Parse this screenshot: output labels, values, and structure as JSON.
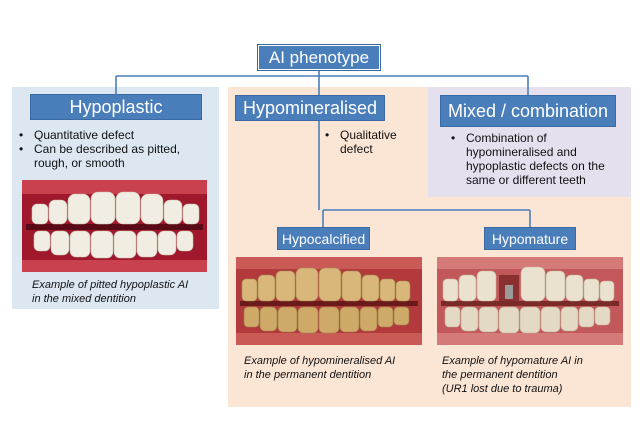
{
  "root": {
    "label": "AI phenotype"
  },
  "hypoplastic": {
    "label": "Hypoplastic",
    "bullets": [
      "Quantitative defect",
      "Can be described as pitted, rough, or smooth"
    ],
    "caption": [
      "Example of pitted hypoplastic AI",
      "in the mixed dentition"
    ]
  },
  "hypomineralised": {
    "label": "Hypomineralised",
    "bullets": [
      "Qualitative defect"
    ],
    "hypocalcified": {
      "label": "Hypocalcified",
      "caption": [
        "Example of hypomineralised AI",
        "in the permanent dentition"
      ]
    },
    "hypomature": {
      "label": "Hypomature",
      "caption": [
        "Example of hypomature AI in",
        "the permanent dentition",
        "(UR1 lost due to trauma)"
      ]
    }
  },
  "mixed": {
    "label": "Mixed / combination",
    "bullets": [
      "Combination of hypomineralised and hypoplastic defects on the same or different teeth"
    ]
  },
  "colors": {
    "box_fill": "#4a7ebb",
    "hypoplastic_panel": "#dde7f2",
    "hypomineralised_panel": "#fbe6d6",
    "mixed_panel": "#e5e0ee"
  }
}
